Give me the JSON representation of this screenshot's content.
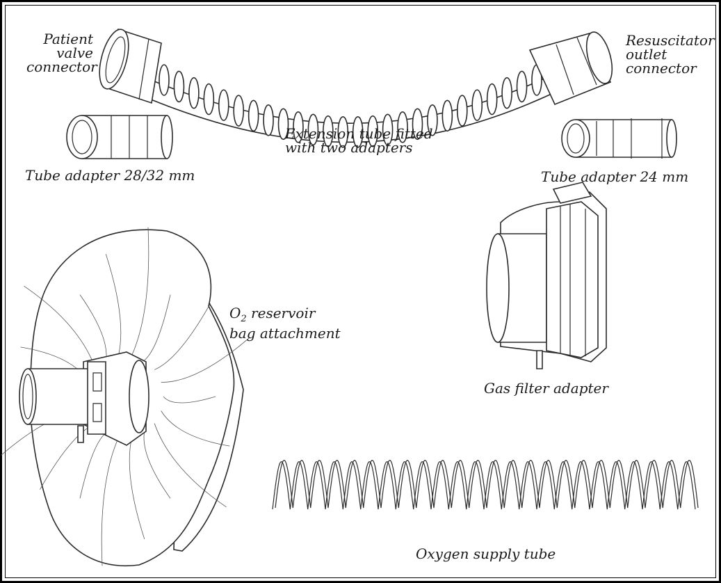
{
  "labels": {
    "patient_valve": [
      "Patient",
      "valve",
      "connector"
    ],
    "resuscitator_outlet": [
      "Resuscitator",
      "outlet",
      "connector"
    ],
    "extension_tube": [
      "Extension tube fitted",
      "with two adapters"
    ],
    "tube_adapter_28_32": "Tube adapter 28/32 mm",
    "tube_adapter_24": "Tube adapter 24 mm",
    "o2_reservoir": {
      "o": "O",
      "sub": "2",
      "rest": " reservoir",
      "line2": "bag attachment"
    },
    "gas_filter": "Gas filter adapter",
    "oxygen_supply": "Oxygen supply tube"
  },
  "colors": {
    "stroke": "#2a2a2a",
    "fill": "#ffffff",
    "frame": "#000000"
  }
}
